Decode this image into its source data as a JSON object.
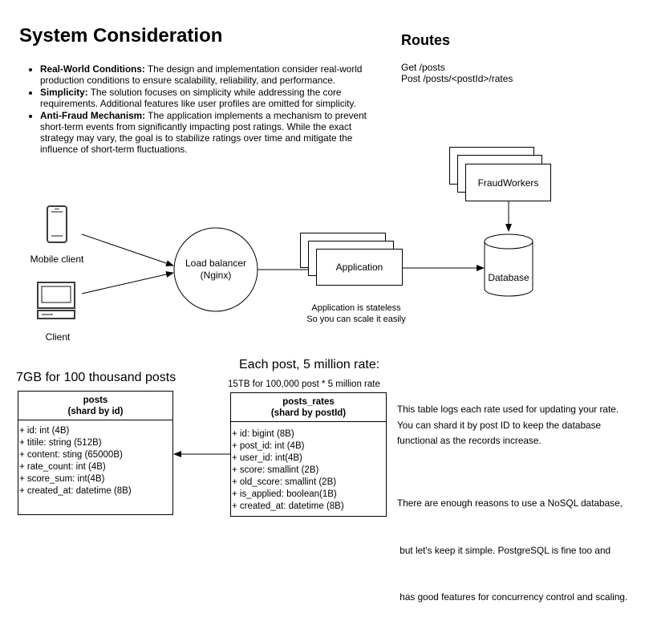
{
  "title": "System Consideration",
  "considerations": [
    {
      "label": "Real-World Conditions:",
      "text": " The design and implementation consider real-world production conditions to ensure scalability, reliability, and performance."
    },
    {
      "label": "Simplicity:",
      "text": " The solution focuses on simplicity while addressing the core requirements. Additional features like user profiles are omitted for simplicity."
    },
    {
      "label": "Anti-Fraud Mechanism:",
      "text": " The application implements a mechanism to prevent short-term events from significantly impacting post ratings. While the exact strategy may vary, the goal is to stabilize ratings over time and mitigate the influence of short-term fluctuations."
    }
  ],
  "routes": {
    "heading": "Routes",
    "items": [
      "Get /posts",
      "Post /posts/<postId>/rates"
    ]
  },
  "diagram": {
    "mobile_client": "Mobile client",
    "client": "Client",
    "load_balancer": [
      "Load balancer",
      "(Nginx)"
    ],
    "application": "Application",
    "application_note": [
      "Application is stateless",
      "So you can scale it easily"
    ],
    "fraud_workers": "FraudWorkers",
    "database": "Database"
  },
  "posts_table": {
    "caption": "7GB for 100 thousand posts",
    "title": [
      "posts",
      "(shard by id)"
    ],
    "fields": [
      "+ id: int (4B)",
      "+ titile: string (512B)",
      "+ content: sting (65000B)",
      "+ rate_count: int (4B)",
      "+ score_sum: int(4B)",
      "+ created_at: datetime (8B)"
    ]
  },
  "rates_table": {
    "heading": "Each post, 5 million rate:",
    "caption": "15TB for 100,000 post * 5 million rate",
    "title": [
      "posts_rates",
      "(shard by postId)"
    ],
    "fields": [
      "+ id: bigint (8B)",
      "+ post_id: int (4B)",
      "+ user_id: int(4B)",
      "+ score: smallint (2B)",
      "+ old_score: smallint (2B)",
      "+ is_applied: boolean(1B)",
      "+ created_at: datetime (8B)"
    ]
  },
  "notes": {
    "lines1": [
      "This table logs each rate used for updating your rate.",
      "You can shard it by post ID to keep the database",
      "functional as the records increase."
    ],
    "lines2": [
      "There are enough reasons to use a NoSQL database,",
      " but let's keep it simple. PostgreSQL is fine too and",
      " has good features for concurrency control and scaling."
    ]
  }
}
